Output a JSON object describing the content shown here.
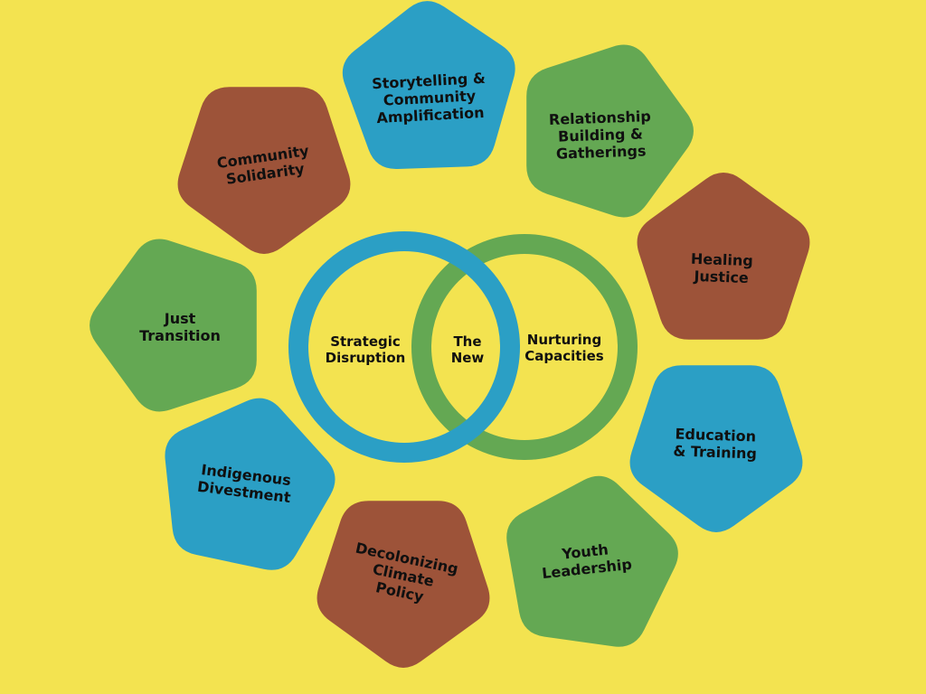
{
  "colors": {
    "background": "#f3e350",
    "blue": "#2b9fc5",
    "green": "#64a853",
    "brown": "#9d5339",
    "text": "#101010"
  },
  "center": {
    "left_circle": "Strategic\nDisruption",
    "overlap": "The\nNew",
    "right_circle": "Nurturing\nCapacities"
  },
  "pentagons": [
    {
      "label": "Storytelling &\nCommunity\nAmplification",
      "color": "blue"
    },
    {
      "label": "Relationship\nBuilding &\nGatherings",
      "color": "green"
    },
    {
      "label": "Healing\nJustice",
      "color": "brown"
    },
    {
      "label": "Education\n& Training",
      "color": "blue"
    },
    {
      "label": "Youth\nLeadership",
      "color": "green"
    },
    {
      "label": "Decolonizing\nClimate\nPolicy",
      "color": "brown"
    },
    {
      "label": "Indigenous\nDivestment",
      "color": "blue"
    },
    {
      "label": "Just\nTransition",
      "color": "green"
    },
    {
      "label": "Community\nSolidarity",
      "color": "brown"
    }
  ]
}
